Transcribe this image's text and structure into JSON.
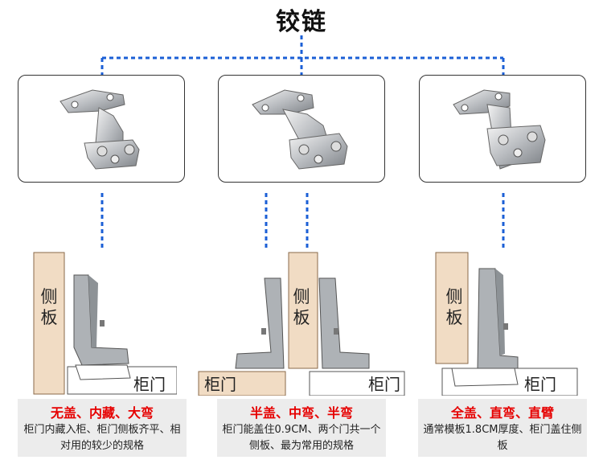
{
  "title": "铰链",
  "colors": {
    "connector": "#1b5fd6",
    "accent": "#e60000",
    "caption_bg": "#ececec",
    "wood": "#f1dcc4"
  },
  "panels": [
    {
      "side_label": "侧板",
      "door_label": "柜门",
      "caption_title": "无盖、内藏、大弯",
      "caption_desc": "柜门内藏入柜、柜门侧板齐平、相对用的较少的规格"
    },
    {
      "side_label": "侧板",
      "door_labels": [
        "柜门",
        "柜门"
      ],
      "caption_title": "半盖、中弯、半弯",
      "caption_desc": "柜门能盖住0.9CM、两个门共一个侧板、最为常用的规格"
    },
    {
      "side_label": "侧板",
      "door_label": "柜门",
      "caption_title": "全盖、直弯、直臂",
      "caption_desc": "通常模板1.8CM厚度、柜门盖住侧板"
    }
  ]
}
